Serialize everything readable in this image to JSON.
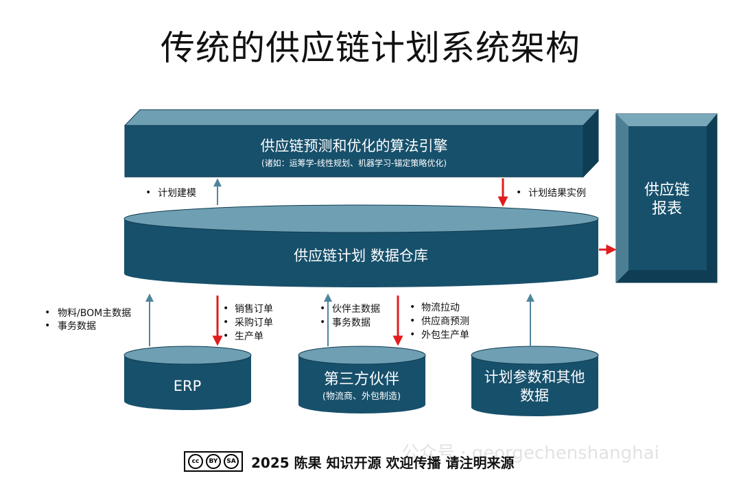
{
  "title": "传统的供应链计划系统架构",
  "engine": {
    "title": "供应链预测和优化的算法引擎",
    "subtitle": "(诸如：运筹学-线性规划、机器学习-锚定策略优化)"
  },
  "report": {
    "line1": "供应链",
    "line2": "报表"
  },
  "warehouse": {
    "label": "供应链计划 数据仓库"
  },
  "engine_links": {
    "up_label": "计划建模",
    "down_label": "计划结果实例"
  },
  "sources": {
    "erp": {
      "label": "ERP",
      "in_items": [
        "物料/BOM主数据",
        "事务数据"
      ],
      "out_items": [
        "销售订单",
        "采购订单",
        "生产单"
      ]
    },
    "partner": {
      "label": "第三方伙伴",
      "sublabel": "(物流商、外包制造)",
      "in_items": [
        "伙伴主数据",
        "事务数据"
      ],
      "out_items": [
        "物流拉动",
        "供应商预测",
        "外包生产单"
      ]
    },
    "params": {
      "line1": "计划参数和其他",
      "line2": "数据"
    }
  },
  "colors": {
    "box_dark": "#17506b",
    "box_light": "#5d8fa3",
    "box_top": "#6f9fb3",
    "red_arrow": "#e01c1c",
    "blue_arrow": "#4f859b"
  },
  "footer": {
    "cc_parts": [
      "cc",
      "BY",
      "SA"
    ],
    "text": "2025 陈果  知识开源 欢迎传播 请注明来源"
  },
  "watermark": "公众号 · georgechenshanghai"
}
